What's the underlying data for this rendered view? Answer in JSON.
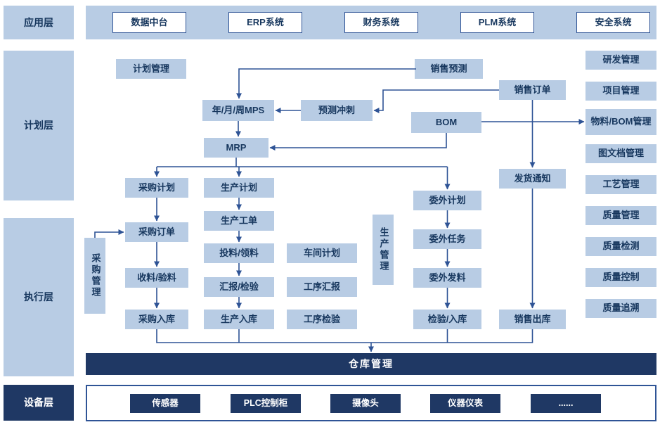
{
  "colors": {
    "light_blue": "#b8cce4",
    "dark_navy": "#1f3864",
    "border_blue": "#2f5496",
    "arrow_blue": "#2e5395",
    "text_navy": "#17375e"
  },
  "layer_labels": {
    "application": "应用层",
    "planning": "计划层",
    "execution": "执行层",
    "equipment": "设备层"
  },
  "application_systems": {
    "data_platform": "数据中台",
    "erp": "ERP系统",
    "finance": "财务系统",
    "plm": "PLM系统",
    "security": "安全系统"
  },
  "planning_nodes": {
    "plan_mgmt": "计划管理",
    "sales_forecast": "销售预测",
    "sales_order": "销售订单",
    "mps": "年/月/周MPS",
    "forecast_offset": "预测冲刺",
    "bom": "BOM",
    "mrp": "MRP",
    "delivery_notice": "发货通知"
  },
  "pdm_quality_nodes": {
    "rd_mgmt": "研发管理",
    "project_mgmt": "项目管理",
    "material_bom_mgmt": "物料/BOM管理",
    "doc_mgmt": "图文档管理",
    "craft_mgmt": "工艺管理",
    "quality_mgmt": "质量管理",
    "quality_inspection": "质量检测",
    "quality_control": "质量控制",
    "quality_trace": "质量追溯"
  },
  "execution_nodes": {
    "purchase_plan": "采购计划",
    "production_plan": "生产计划",
    "purchase_order": "采购订单",
    "production_order": "生产工单",
    "purchase_mgmt": "采购管理",
    "material_feeding": "投料/领料",
    "workshop_plan": "车间计划",
    "production_mgmt": "生产管理",
    "outsourcing_plan": "委外计划",
    "receiving_inspection": "收料/验料",
    "report_inspection": "汇报/检验",
    "operation_report": "工序汇报",
    "outsourcing_task": "委外任务",
    "outsourcing_issue": "委外发料",
    "purchase_inbound": "采购入库",
    "production_inbound": "生产入库",
    "operation_inspection": "工序检验",
    "inspection_inbound": "检验/入库",
    "sales_outbound": "销售出库"
  },
  "warehouse_bar": "仓库管理",
  "equipment_devices": {
    "sensor": "传感器",
    "plc_cabinet": "PLC控制柜",
    "camera": "摄像头",
    "instruments": "仪器仪表",
    "more": "......"
  },
  "connections": [
    {
      "from": "销售预测",
      "to": "年/月/周MPS"
    },
    {
      "from": "预测冲刺",
      "to": "年/月/周MPS"
    },
    {
      "from": "销售订单",
      "to": "预测冲刺"
    },
    {
      "from": "BOM",
      "to": "MRP"
    },
    {
      "from": "BOM",
      "to": "物料/BOM管理"
    },
    {
      "from": "年/月/周MPS",
      "to": "MRP"
    },
    {
      "from": "MRP",
      "to": "采购计划"
    },
    {
      "from": "MRP",
      "to": "生产计划"
    },
    {
      "from": "MRP",
      "to": "委外计划"
    },
    {
      "from": "采购计划",
      "to": "采购订单"
    },
    {
      "from": "采购管理",
      "to": "采购订单"
    },
    {
      "from": "采购订单",
      "to": "收料/验料"
    },
    {
      "from": "收料/验料",
      "to": "采购入库"
    },
    {
      "from": "生产计划",
      "to": "生产工单"
    },
    {
      "from": "生产工单",
      "to": "投料/领料"
    },
    {
      "from": "投料/领料",
      "to": "汇报/检验"
    },
    {
      "from": "汇报/检验",
      "to": "生产入库"
    },
    {
      "from": "委外计划",
      "to": "委外任务"
    },
    {
      "from": "委外任务",
      "to": "委外发料"
    },
    {
      "from": "委外发料",
      "to": "检验/入库"
    },
    {
      "from": "销售订单",
      "to": "发货通知"
    },
    {
      "from": "发货通知",
      "to": "销售出库"
    },
    {
      "from": "采购入库",
      "to": "仓库管理"
    },
    {
      "from": "生产入库",
      "to": "仓库管理"
    },
    {
      "from": "检验/入库",
      "to": "仓库管理"
    },
    {
      "from": "销售出库",
      "to": "仓库管理"
    }
  ]
}
